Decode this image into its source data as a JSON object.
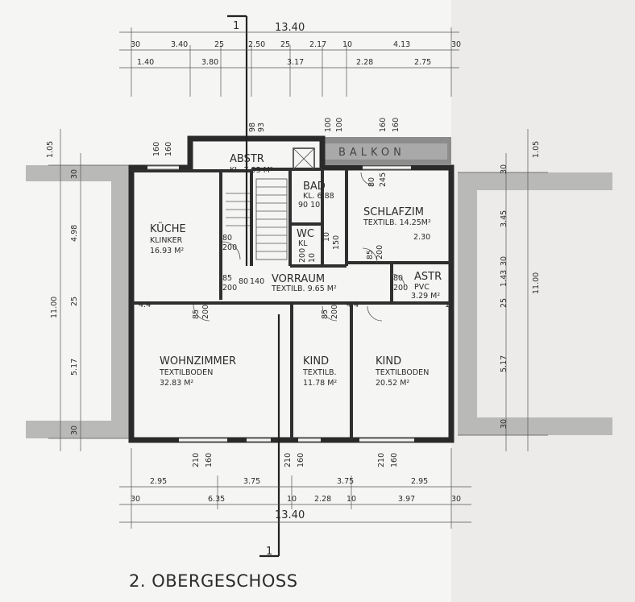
{
  "title": "2. OBERGESCHOSS",
  "rooms": {
    "abstr": {
      "name": "ABSTR",
      "info": "KL. 7.93 M²"
    },
    "balkon": {
      "name": "BALKON"
    },
    "bad": {
      "name": "BAD",
      "info": "KL. 6.88",
      "dims": "90 10"
    },
    "schlafzimmer": {
      "name": "SCHLAFZIM",
      "info": "TEXTILB. 14.25M²",
      "dims": "2.30"
    },
    "kueche": {
      "name": "KÜCHE",
      "info": "KLINKER",
      "area": "16.93 M²"
    },
    "wc": {
      "name": "WC",
      "info": "KL"
    },
    "vorraum": {
      "name": "VORRAUM",
      "info": "TEXTILB. 9.65 M²"
    },
    "astr": {
      "name": "ASTR",
      "info": "PVC",
      "area": "3.29 M²"
    },
    "wohnzimmer": {
      "name": "WOHNZIMMER",
      "info": "TEXTILBODEN",
      "area": "32.83 M²"
    },
    "kind1": {
      "name": "KIND",
      "info": "TEXTILB.",
      "area": "11.78 M²"
    },
    "kind2": {
      "name": "KIND",
      "info": "TEXTILBODEN",
      "area": "20.52 M²"
    }
  },
  "dims": {
    "total_top": "13.40",
    "total_bottom": "13.40",
    "axis_top": "1",
    "axis_bottom": "1",
    "top_row1": [
      "30",
      "3.40",
      "25",
      "2.50",
      "25",
      "2.17",
      "10",
      "4.13",
      "30"
    ],
    "top_row2": [
      "1.40",
      "3.80",
      "3.17",
      "2.28",
      "2.75"
    ],
    "bottom_row1": [
      "2.95",
      "3.75",
      "3.75",
      "2.95"
    ],
    "bottom_row2": [
      "30",
      "6.35",
      "10",
      "2.28",
      "10",
      "3.97",
      "30"
    ],
    "left_side": [
      "1.05",
      "11.00",
      "30",
      "4.98",
      "25",
      "5.17",
      "30"
    ],
    "right_side": [
      "1.05",
      "11.00",
      "30",
      "3.45",
      "30",
      "1.43",
      "25",
      "5.17",
      "30"
    ],
    "openings": [
      "98",
      "93",
      "160",
      "160",
      "100",
      "100",
      "160",
      "160",
      "80",
      "245",
      "80",
      "200",
      "85",
      "200",
      "80",
      "140",
      "10",
      "150",
      "10",
      "200",
      "85",
      "200",
      "80",
      "200",
      "85",
      "200",
      "85",
      "200",
      "4.4",
      "4.4",
      "10",
      "210",
      "160",
      "210",
      "160",
      "210",
      "160"
    ]
  }
}
